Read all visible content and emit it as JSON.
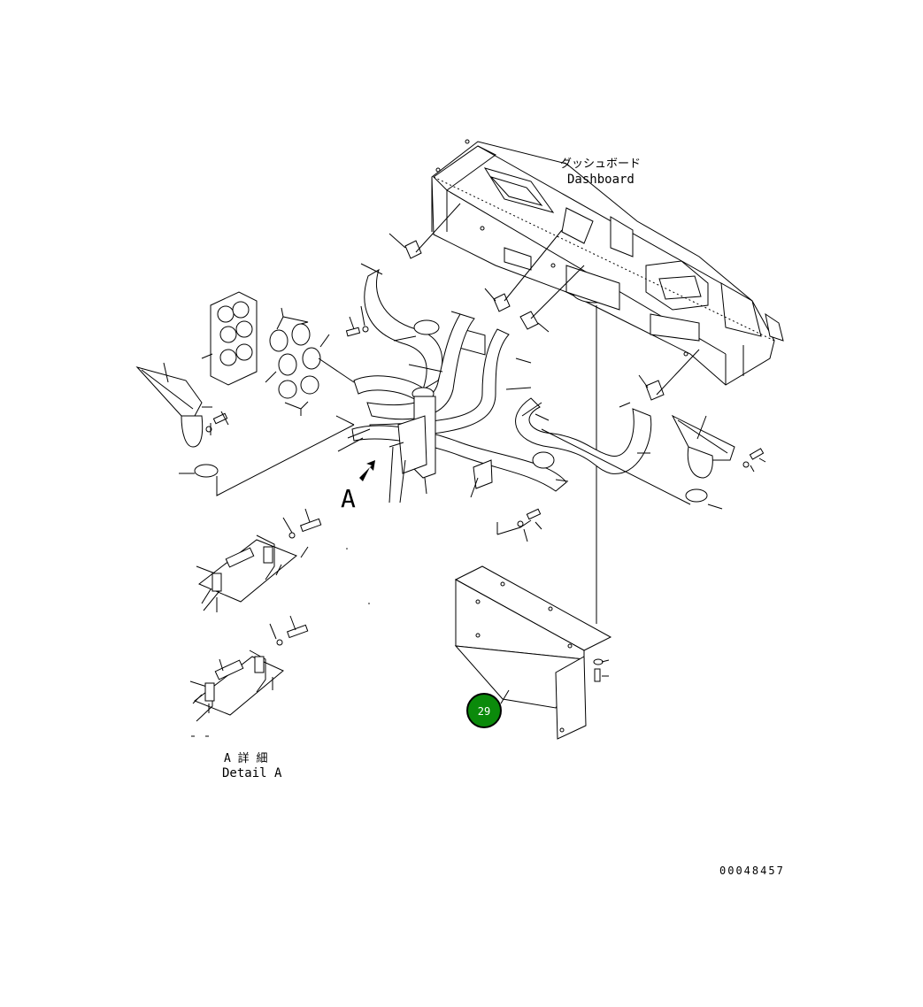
{
  "dashboard_label_jp": "ダッシュボード",
  "dashboard_label_en": "Dashboard",
  "view_marker": "A",
  "detail_label_jp": "A 詳 細",
  "detail_label_en": "Detail A",
  "callout_number": "29",
  "drawing_number": "00048457",
  "colors": {
    "callout_fill": "#0b8a0b",
    "callout_stroke": "#000000",
    "line": "#000000"
  }
}
